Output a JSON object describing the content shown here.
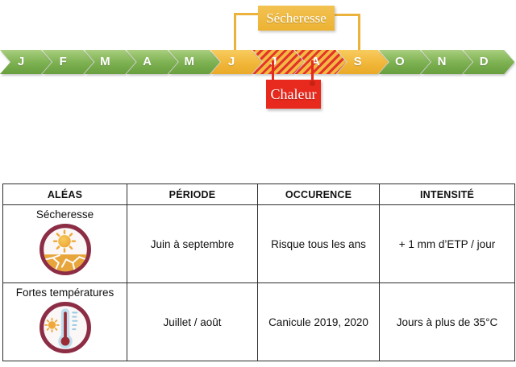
{
  "timeline": {
    "drought_label": "Sécheresse",
    "heat_label": "Chaleur",
    "months": [
      {
        "label": "J",
        "type": "green"
      },
      {
        "label": "F",
        "type": "green"
      },
      {
        "label": "M",
        "type": "green"
      },
      {
        "label": "A",
        "type": "green"
      },
      {
        "label": "M",
        "type": "green"
      },
      {
        "label": "J",
        "type": "yellow"
      },
      {
        "label": "J",
        "type": "hatched"
      },
      {
        "label": "A",
        "type": "hatched"
      },
      {
        "label": "S",
        "type": "yellow"
      },
      {
        "label": "O",
        "type": "green"
      },
      {
        "label": "N",
        "type": "green"
      },
      {
        "label": "D",
        "type": "green"
      }
    ],
    "colors": {
      "green": "#7cb050",
      "yellow": "#f2ba42",
      "hatch_red": "#e4342a",
      "heat_red": "#e8291d",
      "bracket": "#ecb33c"
    }
  },
  "table": {
    "headers": [
      "ALÉAS",
      "PÉRIODE",
      "OCCURENCE",
      "INTENSITÉ"
    ],
    "rows": [
      {
        "hazard": "Sécheresse",
        "icon": "drought-icon",
        "periode": "Juin à septembre",
        "occurence": "Risque tous les ans",
        "intensite": "+ 1 mm d’ETP / jour"
      },
      {
        "hazard": "Fortes températures",
        "icon": "thermometer-icon",
        "periode": "Juillet / août",
        "occurence": "Canicule 2019, 2020",
        "intensite": "Jours à plus de 35°C"
      }
    ]
  }
}
